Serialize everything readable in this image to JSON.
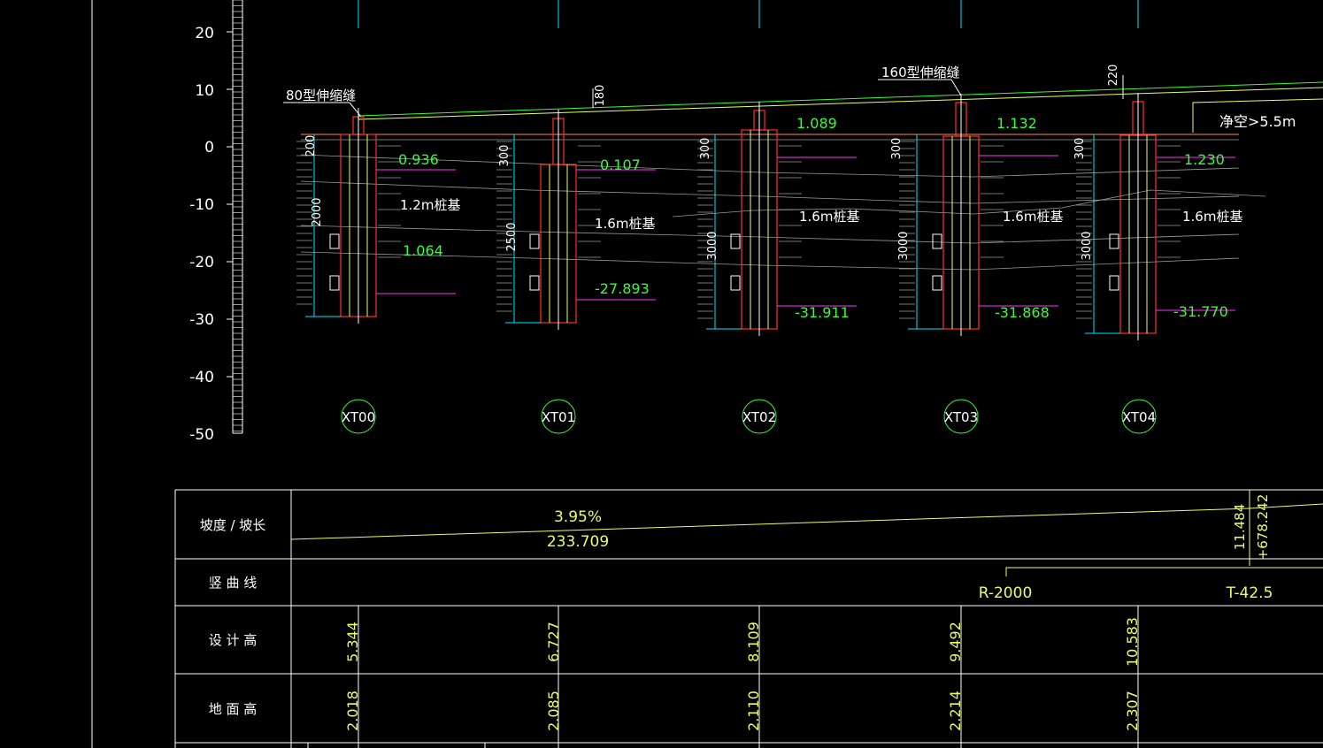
{
  "scale": {
    "labels": [
      "20",
      "10",
      "0",
      "-10",
      "-20",
      "-30",
      "-40",
      "-50"
    ]
  },
  "joints": [
    {
      "label": "80型伸缩缝"
    },
    {
      "label": "160型伸缩缝"
    }
  ],
  "clearance": "净空>5.5m",
  "top_dims": [
    "180",
    "220"
  ],
  "piers": [
    {
      "id": "XT00",
      "cap_elev": "0.936",
      "pile": "1.2m桩基",
      "ground_mark": "1.064",
      "bottom": "",
      "dim_top": "200",
      "dim_body": "2000"
    },
    {
      "id": "XT01",
      "cap_elev": "0.107",
      "pile": "1.6m桩基",
      "ground_mark": "",
      "bottom": "-27.893",
      "dim_top": "300",
      "dim_body": "2500"
    },
    {
      "id": "XT02",
      "cap_elev": "1.089",
      "pile": "1.6m桩基",
      "ground_mark": "",
      "bottom": "-31.911",
      "dim_top": "300",
      "dim_body": "3000"
    },
    {
      "id": "XT03",
      "cap_elev": "1.132",
      "pile": "1.6m桩基",
      "ground_mark": "",
      "bottom": "-31.868",
      "dim_top": "300",
      "dim_body": "3000"
    },
    {
      "id": "XT04",
      "cap_elev": "1.230",
      "pile": "1.6m桩基",
      "ground_mark": "",
      "bottom": "-31.770",
      "dim_top": "300",
      "dim_body": "3000"
    }
  ],
  "table": {
    "rows": [
      {
        "label": "坡度 / 坡长"
      },
      {
        "label": "竖 曲 线"
      },
      {
        "label": "设 计 高"
      },
      {
        "label": "地 面 高"
      }
    ],
    "slope": {
      "grade": "3.95%",
      "length": "233.709"
    },
    "slope_end": {
      "a": "11.484",
      "b": "+678.242"
    },
    "vcurve": {
      "r": "R-2000",
      "t": "T-42.5"
    },
    "design": [
      "5.344",
      "6.727",
      "8.109",
      "9.492",
      "10.583"
    ],
    "ground": [
      "2.018",
      "2.085",
      "2.110",
      "2.214",
      "2.307"
    ]
  }
}
